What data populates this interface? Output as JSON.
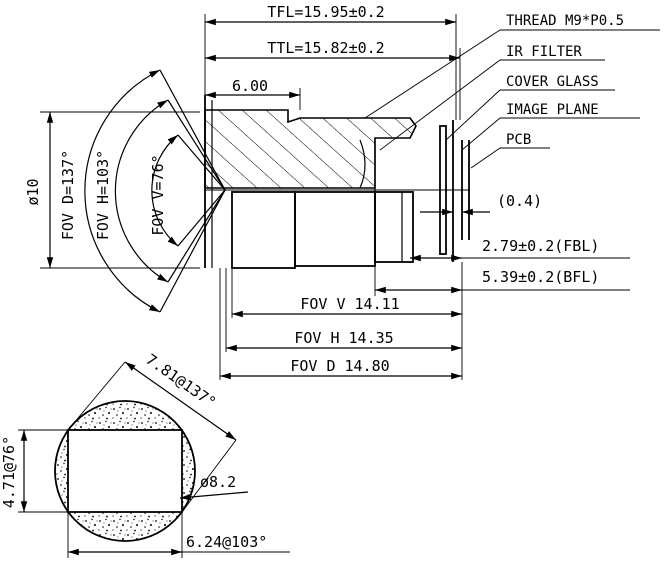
{
  "dimensions": {
    "tfl": "TFL=15.95±0.2",
    "ttl": "TTL=15.82±0.2",
    "front_length": "6.00",
    "diameter": "ø10",
    "gap": "(0.4)",
    "fbl": "2.79±0.2(FBL)",
    "bfl": "5.39±0.2(BFL)",
    "fov_v_dist": "FOV V 14.11",
    "fov_h_dist": "FOV H 14.35",
    "fov_d_dist": "FOV D 14.80"
  },
  "fov_angles": {
    "diagonal": "FOV D=137°",
    "horizontal": "FOV H=103°",
    "vertical": "FOV V=76°"
  },
  "callouts": {
    "thread": "THREAD M9*P0.5",
    "ir_filter": "IR FILTER",
    "cover_glass": "COVER GLASS",
    "image_plane": "IMAGE PLANE",
    "pcb": "PCB"
  },
  "image_circle": {
    "diag": "7.81@137°",
    "vert": "4.71@76°",
    "horiz": "6.24@103°",
    "circle": "ø8.2"
  }
}
